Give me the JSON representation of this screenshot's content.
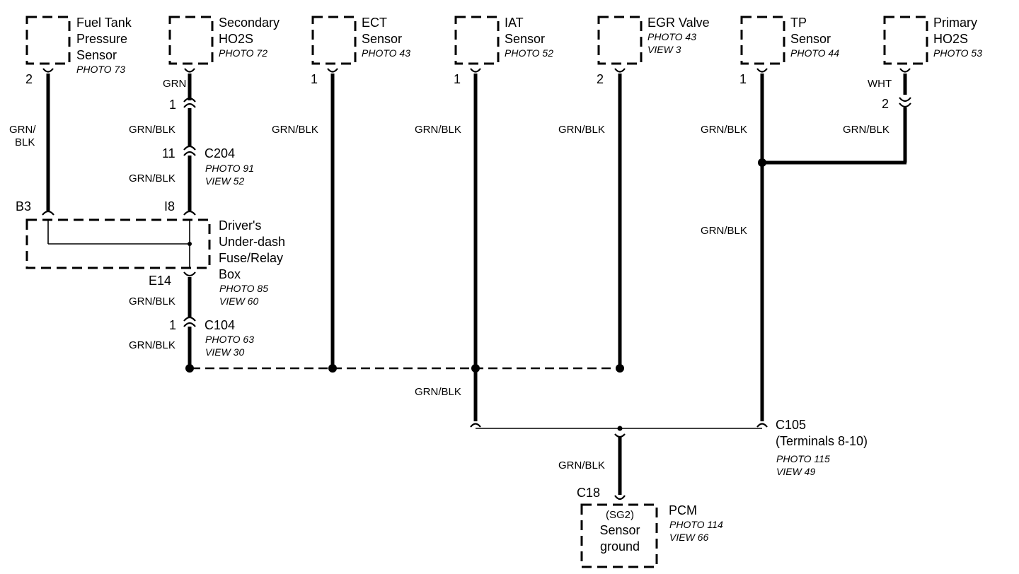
{
  "components": {
    "fuel_tank": {
      "lines": [
        "Fuel Tank",
        "Pressure",
        "Sensor"
      ],
      "photo": "PHOTO 73",
      "pin": "2"
    },
    "secondary_ho2s": {
      "lines": [
        "Secondary",
        "HO2S"
      ],
      "photo": "PHOTO 72",
      "wire": "GRN"
    },
    "ect": {
      "lines": [
        "ECT",
        "Sensor"
      ],
      "photo": "PHOTO 43",
      "pin": "1"
    },
    "iat": {
      "lines": [
        "IAT",
        "Sensor"
      ],
      "photo": "PHOTO 52",
      "pin": "1"
    },
    "egr": {
      "lines": [
        "EGR Valve"
      ],
      "photo": "PHOTO 43",
      "view": "VIEW 3",
      "pin": "2"
    },
    "tp": {
      "lines": [
        "TP",
        "Sensor"
      ],
      "photo": "PHOTO 44",
      "pin": "1"
    },
    "primary_ho2s": {
      "lines": [
        "Primary",
        "HO2S"
      ],
      "photo": "PHOTO 53",
      "wire": "WHT",
      "pin": "2"
    }
  },
  "connectors": {
    "c204": {
      "name": "C204",
      "photo": "PHOTO 91",
      "view": "VIEW 52",
      "pin_top": "1",
      "pin_bottom": "11"
    },
    "fuse_box": {
      "lines": [
        "Driver's",
        "Under-dash",
        "Fuse/Relay",
        "Box"
      ],
      "photo": "PHOTO 85",
      "view": "VIEW 60",
      "pin_left": "B3",
      "pin_right": "I8",
      "pin_bottom": "E14"
    },
    "c104": {
      "name": "C104",
      "photo": "PHOTO 63",
      "view": "VIEW 30",
      "pin": "1"
    },
    "c105": {
      "name": "C105",
      "terminals": "(Terminals 8-10)",
      "photo": "PHOTO 115",
      "view": "VIEW 49"
    },
    "c18": {
      "name": "C18"
    }
  },
  "pcm": {
    "name": "PCM",
    "terminal": "(SG2)",
    "lines": [
      "Sensor",
      "ground"
    ],
    "photo": "PHOTO 114",
    "view": "VIEW 66"
  },
  "wire_labels": {
    "fuel_tank_a": "GRN/",
    "fuel_tank_b": "BLK",
    "sec_1": "GRN/BLK",
    "sec_2": "GRN/BLK",
    "sec_3": "GRN/BLK",
    "sec_4": "GRN/BLK",
    "ect": "GRN/BLK",
    "iat": "GRN/BLK",
    "egr": "GRN/BLK",
    "tp": "GRN/BLK",
    "primary": "GRN/BLK",
    "tp_lower": "GRN/BLK",
    "iat_lower": "GRN/BLK",
    "pcm": "GRN/BLK"
  }
}
